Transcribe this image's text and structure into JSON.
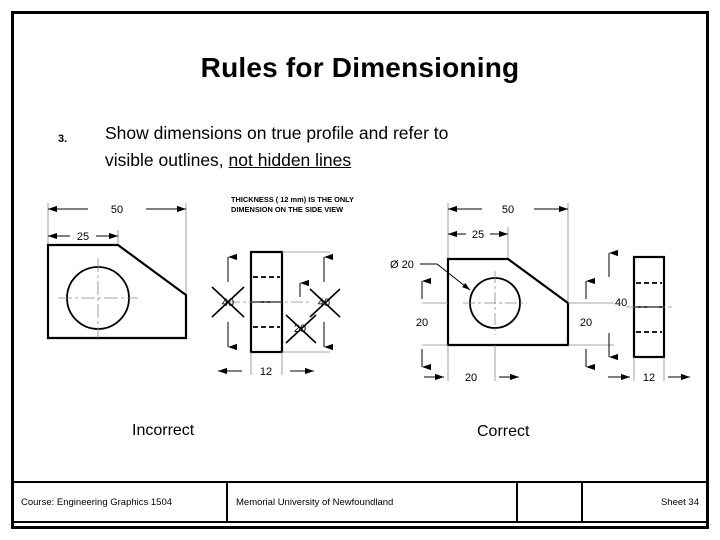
{
  "slide": {
    "title": "Rules for Dimensioning",
    "rule_number": "3.",
    "rule_text_line1": "Show dimensions on true profile and refer to",
    "rule_text_line2_plain": "visible outlines, ",
    "rule_text_line2_underlined": "not hidden lines"
  },
  "captions": {
    "incorrect": "Incorrect",
    "correct": "Correct"
  },
  "note": {
    "line1": "THICKNESS ( 12 mm) IS THE ONLY",
    "line2": "DIMENSION ON THE SIDE VIEW"
  },
  "incorrect_drawing": {
    "front_view": {
      "dim_overall_width": "50",
      "dim_partial_width": "25"
    },
    "side_view": {
      "dim_thickness": "12",
      "struck_dim_left": "40",
      "struck_dim_right_upper": "40",
      "struck_dim_right_lower": "20"
    }
  },
  "correct_drawing": {
    "front_view": {
      "dim_overall_width": "50",
      "dim_partial_width": "25",
      "dim_hole_diameter": "Ø 20",
      "dim_left_height": "20",
      "dim_bottom_width": "20",
      "dim_right_overall_height": "40",
      "dim_right_partial_height": "20"
    },
    "side_view": {
      "dim_thickness": "12"
    }
  },
  "footer": {
    "course": "Course: Engineering Graphics 1504",
    "institution": "Memorial University of Newfoundland",
    "blank": "",
    "sheet": "Sheet  34"
  },
  "colors": {
    "ink": "#000000",
    "background": "#ffffff",
    "thin_line": "#808080"
  }
}
